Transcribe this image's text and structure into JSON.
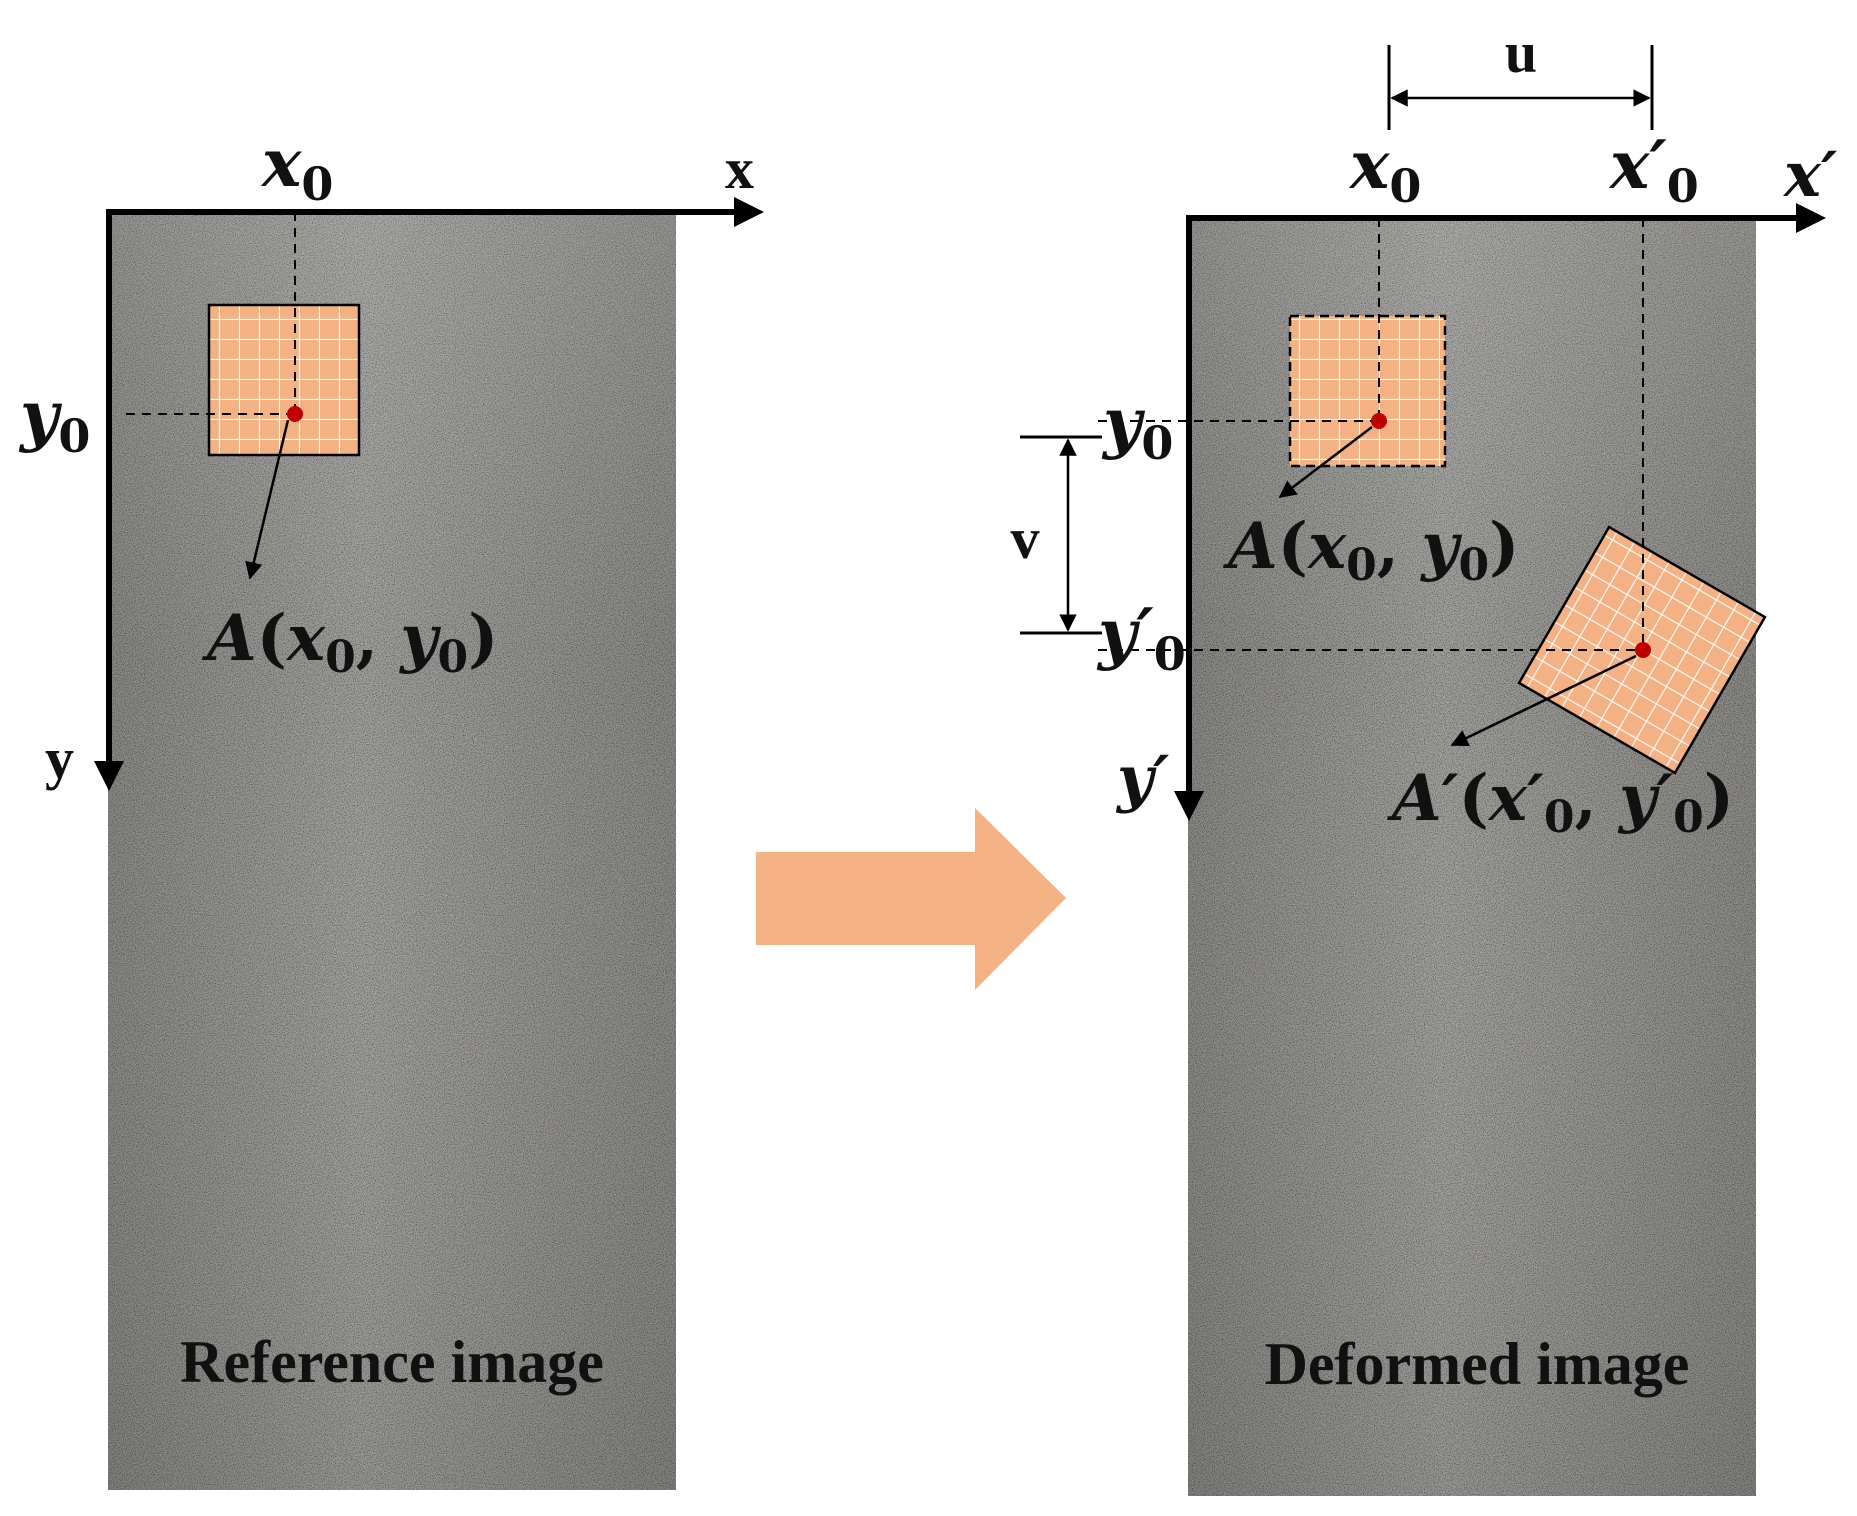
{
  "colors": {
    "speckle_base": "#8e8d8b",
    "speckle_light": "#a9a8a6",
    "subset_fill": "#f4b183",
    "grid_line": "#ffffff",
    "point": "#c00000",
    "arrow_fill": "#f4b183",
    "axis": "#000000"
  },
  "reference": {
    "caption": "Reference image",
    "axis_x": "x",
    "axis_y": "y",
    "x0": {
      "base": "x",
      "sub": "0"
    },
    "y0": {
      "base": "y",
      "sub": "0"
    },
    "point_label": {
      "name": "A",
      "open": "(",
      "x": "x",
      "xsub": "0",
      "sep": ", ",
      "y": "y",
      "ysub": "0",
      "close": ")"
    }
  },
  "deformed": {
    "caption": "Deformed image",
    "axis_x": "x′",
    "axis_y": "y′",
    "x0": {
      "base": "x",
      "sub": "0"
    },
    "x0p": {
      "base": "x′",
      "sub": "0"
    },
    "y0": {
      "base": "y",
      "sub": "0"
    },
    "y0p": {
      "base": "y′",
      "sub": "0"
    },
    "u_label": "u",
    "v_label": "v",
    "point_label": {
      "name": "A",
      "open": "(",
      "x": "x",
      "xsub": "0",
      "sep": ",  ",
      "y": "y",
      "ysub": "0",
      "close": ")"
    },
    "point_label_prime": {
      "name": "A′",
      "open": "(",
      "x": "x′",
      "xsub": "0",
      "sep": ", ",
      "y": "y′",
      "ysub": "0",
      "close": ")"
    }
  }
}
